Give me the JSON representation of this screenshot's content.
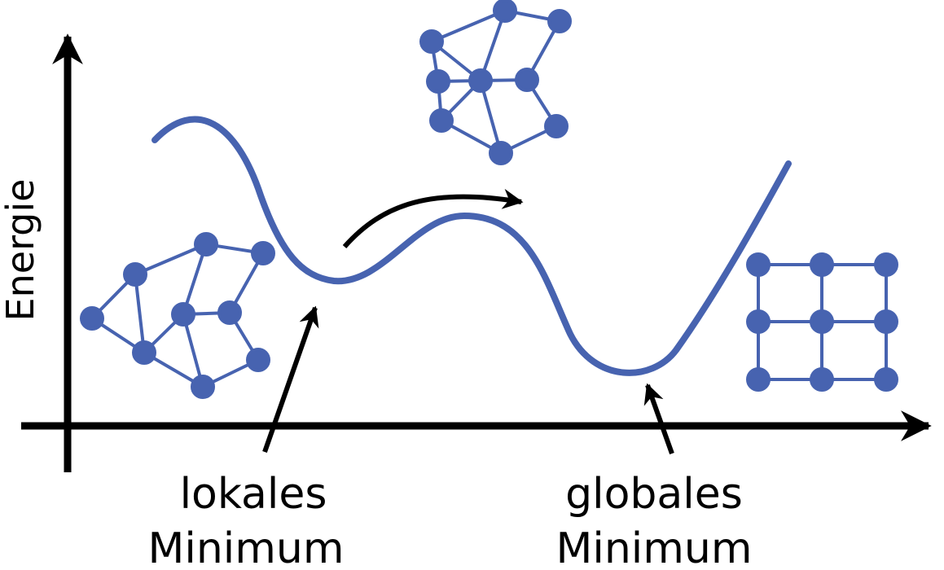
{
  "axis_label_y": "Energie",
  "labels": {
    "local": [
      "lokales",
      "Minimum"
    ],
    "global": [
      "globales",
      "Minimum"
    ]
  },
  "colors": {
    "curve": "#4763b0",
    "atoms": "#4763b0",
    "axes": "#000000"
  }
}
